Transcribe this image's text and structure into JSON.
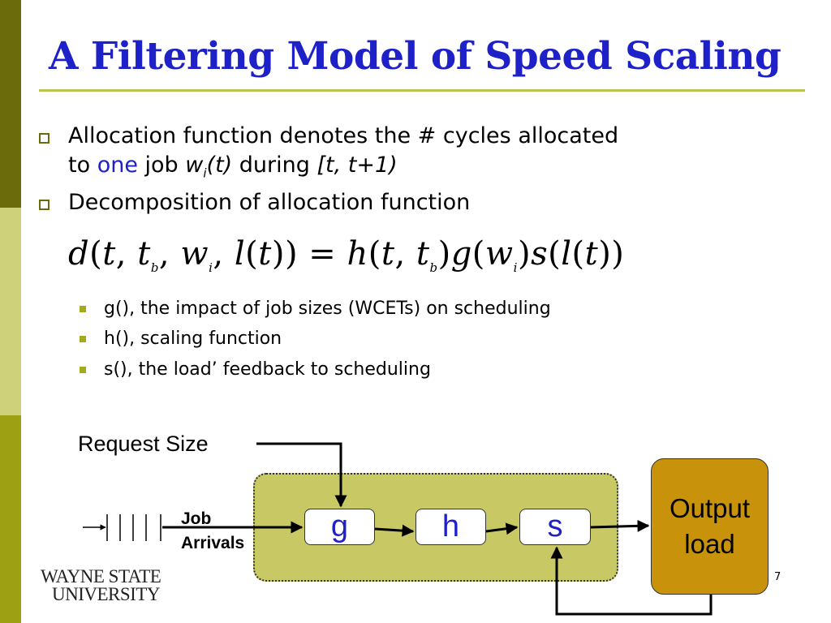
{
  "slide": {
    "title": "A Filtering Model of  Speed Scaling",
    "bullets": [
      {
        "line1": "Allocation function denotes the # cycles allocated",
        "line2_pre": "to ",
        "line2_highlight": "one",
        "line2_mid": " job ",
        "line2_var": "w",
        "line2_var_sub": "i",
        "line2_var_post": "(t)",
        "line2_mid2": " during ",
        "line2_interval": "[t, t+1)"
      },
      {
        "text": "Decomposition of allocation function"
      }
    ],
    "formula": "d(t, t_b, w_i, l(t)) = h(t, t_b) g(w_i) s(l(t))",
    "sub_bullets": [
      "g(), the impact of job sizes (WCETs) on scheduling",
      "h(), scaling function",
      "s(), the load’ feedback to scheduling"
    ],
    "page_number": "7"
  },
  "diagram": {
    "request_label": "Request Size",
    "job_label_1": "Job",
    "job_label_2": "Arrivals",
    "blocks": {
      "g": "g",
      "h": "h",
      "s": "s"
    },
    "output_line1": "Output",
    "output_line2": "load"
  },
  "logo": {
    "line1": "WAYNE STATE",
    "line2": "UNIVERSITY"
  },
  "colors": {
    "title": "#1f21c8",
    "panel": "#c8c865",
    "output": "#c8930a",
    "stripe_dark": "#6b6b0c"
  }
}
